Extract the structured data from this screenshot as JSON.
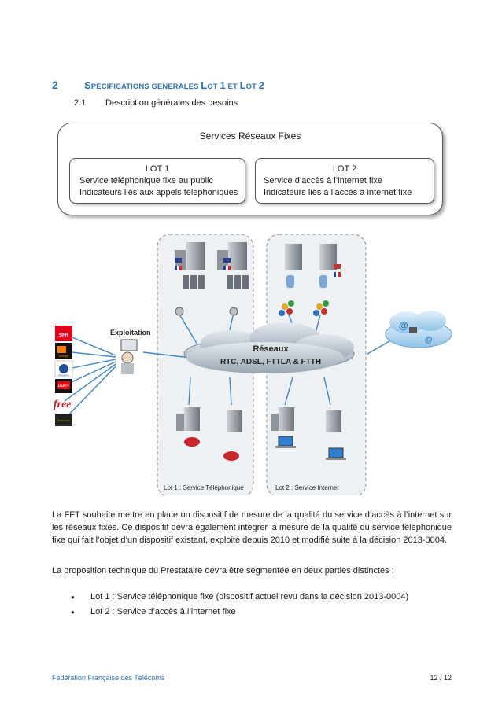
{
  "section": {
    "number": "2",
    "title_a": "S",
    "title_b": "PÉCIFICATIONS GENERALES ",
    "title_c": "L",
    "title_d": "OT ",
    "title_e": "1",
    "title_f": " ET ",
    "title_g": "L",
    "title_h": "OT ",
    "title_i": "2"
  },
  "subsection": {
    "number": "2.1",
    "title": "Description générales des besoins"
  },
  "services_box": {
    "title": "Services Réseaux Fixes",
    "lot1": {
      "title": "LOT 1",
      "line1": "Service téléphonique fixe au public",
      "line2": "Indicateurs liés aux appels  téléphoniques"
    },
    "lot2": {
      "title": "LOT 2",
      "line1": "Service d’accès à l’internet fixe",
      "line2": "Indicateurs liés à l’accès à internet  fixe"
    }
  },
  "diagram": {
    "network_title": "Réseaux",
    "network_subtitle": "RTC, ADSL, FTTLA & FTTH",
    "exploitation_label": "Exploitation",
    "lot1_label": "Lot 1 : Service Téléphonique",
    "lot2_label": "Lot 2 : Service Internet",
    "operators": [
      "SFR",
      "orange",
      "bouygues",
      "DARTY",
      "free",
      "numericable"
    ]
  },
  "body": {
    "para1": "La FFT souhaite mettre en place un dispositif de mesure de la qualité du service d’accès à l’internet sur les réseaux fixes. Ce dispositif devra également  intégrer la mesure de la qualité du service téléphonique fixe qui fait l’objet d’un dispositif existant, exploité depuis 2010 et modifié suite à la décision 2013-0004.",
    "para2": "La proposition technique du Prestataire devra être segmentée en deux parties distinctes :",
    "bullet1": "Lot 1 : Service téléphonique fixe (dispositif actuel revu dans la décision 2013-0004)",
    "bullet2": "Lot 2 : Service d’accès à l’internet fixe"
  },
  "footer": {
    "left": "Fédération Française des Télécoms",
    "right": "12 / 12"
  }
}
